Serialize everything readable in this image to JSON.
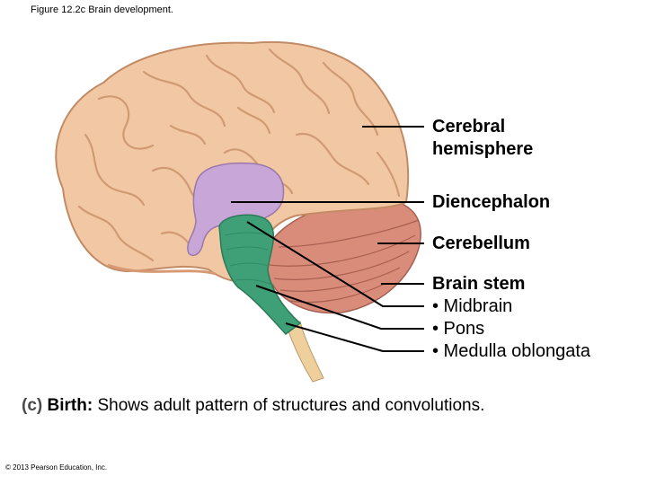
{
  "figure_title": "Figure 12.2c  Brain development.",
  "labels": {
    "cerebral_line1": "Cerebral",
    "cerebral_line2": "hemisphere",
    "diencephalon": "Diencephalon",
    "cerebellum": "Cerebellum",
    "brain_stem": "Brain stem",
    "midbrain": "• Midbrain",
    "pons": "• Pons",
    "medulla": "• Medulla oblongata"
  },
  "caption": {
    "letter": "(c)",
    "bold": "Birth:",
    "text": " Shows adult pattern of structures and convolutions."
  },
  "copyright": "© 2013 Pearson Education, Inc.",
  "colors": {
    "cerebrum": "#f2c8a4",
    "cerebrum_shadow": "#d79a72",
    "diencephalon": "#c9a6d8",
    "cerebellum": "#d98c7a",
    "brain_stem": "#3fa078",
    "spinal_cord": "#efcf9c"
  }
}
